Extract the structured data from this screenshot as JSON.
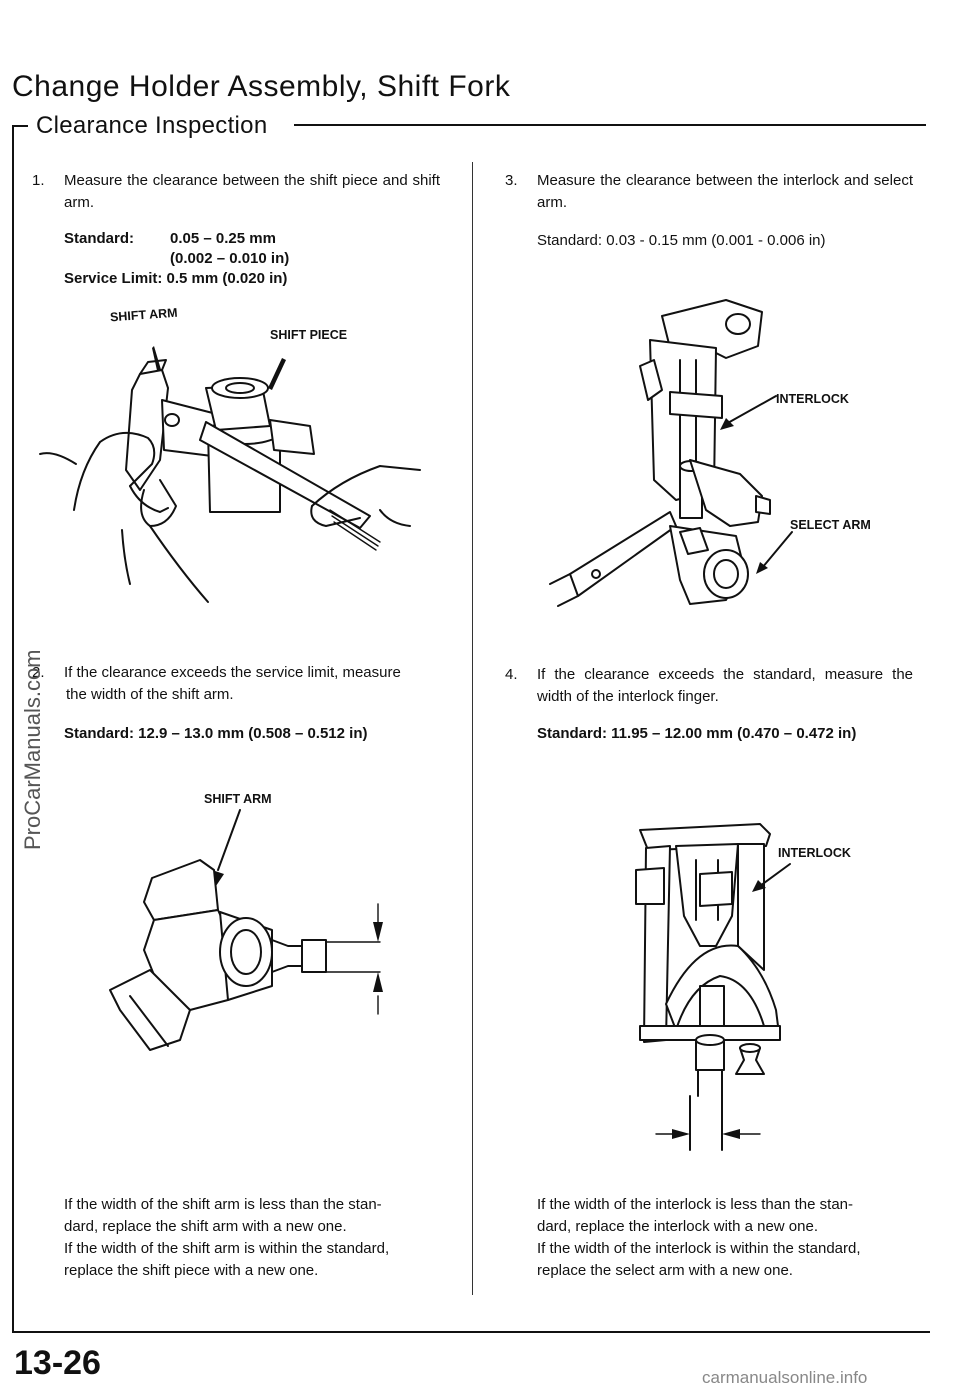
{
  "header": {
    "title": "Change Holder Assembly, Shift Fork",
    "subtitle": "Clearance Inspection"
  },
  "left_column": {
    "step1": {
      "number": "1.",
      "text": "Measure the clearance between the shift piece and shift arm.",
      "spec_standard_label": "Standard:",
      "spec_standard_value": "0.05 – 0.25 mm",
      "spec_standard_imperial": "(0.002 – 0.010 in)",
      "spec_limit": "Service Limit: 0.5 mm (0.020 in)",
      "label_shift_arm": "SHIFT ARM",
      "label_shift_piece": "SHIFT PIECE"
    },
    "step2": {
      "number": "2.",
      "text_line1": "If the clearance exceeds the service limit, measure",
      "text_line2": "the width of the shift arm.",
      "spec": "Standard: 12.9 – 13.0 mm (0.508 – 0.512 in)",
      "label_shift_arm": "SHIFT ARM",
      "note_line1": "If the width of the shift arm is less than the stan-",
      "note_line2": "dard, replace the shift arm with a new one.",
      "note_line3": "If the width of the shift arm is within the standard,",
      "note_line4": "replace the shift piece with a new one."
    }
  },
  "right_column": {
    "step3": {
      "number": "3.",
      "text": "Measure the clearance between the interlock and select arm.",
      "spec": "Standard: 0.03 - 0.15 mm (0.001 - 0.006 in)",
      "label_interlock": "INTERLOCK",
      "label_select_arm": "SELECT ARM"
    },
    "step4": {
      "number": "4.",
      "text": "If the clearance exceeds the standard, measure the width of the interlock finger.",
      "spec": "Standard: 11.95 – 12.00 mm (0.470 – 0.472 in)",
      "label_interlock": "INTERLOCK",
      "note_line1": "If the width of the interlock is less than the stan-",
      "note_line2": "dard, replace the interlock with a new one.",
      "note_line3": "If the width of the interlock is within the standard,",
      "note_line4": "replace the select arm with a new one."
    }
  },
  "footer": {
    "page_number": "13-26",
    "watermark_side": "ProCarManuals.com",
    "watermark_bottom": "carmanualsonline.info"
  }
}
